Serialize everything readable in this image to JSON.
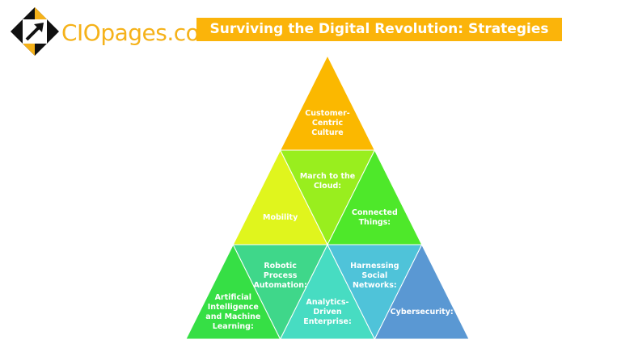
{
  "logo": {
    "text": "CIOpages.com"
  },
  "title": "Surviving the Digital Revolution: Strategies for Success",
  "colors": {
    "accent": "#fbb40a"
  },
  "pyramid": [
    {
      "label": "Customer-Centric Culture",
      "color": "#fbb800"
    },
    {
      "label": "Mobility",
      "color": "#e0f51d"
    },
    {
      "label": "March to the Cloud:",
      "color": "#99ee1e"
    },
    {
      "label": "Connected Things:",
      "color": "#4ee82a"
    },
    {
      "label": "Artificial Intelligence and Machine Learning:",
      "color": "#36df45"
    },
    {
      "label": "Robotic Process Automation:",
      "color": "#3fd78a"
    },
    {
      "label": "Analytics-Driven Enterprise:",
      "color": "#47dcc2"
    },
    {
      "label": "Harnessing Social Networks:",
      "color": "#4fc3d9"
    },
    {
      "label": "Cybersecurity:",
      "color": "#5a98d3"
    }
  ]
}
